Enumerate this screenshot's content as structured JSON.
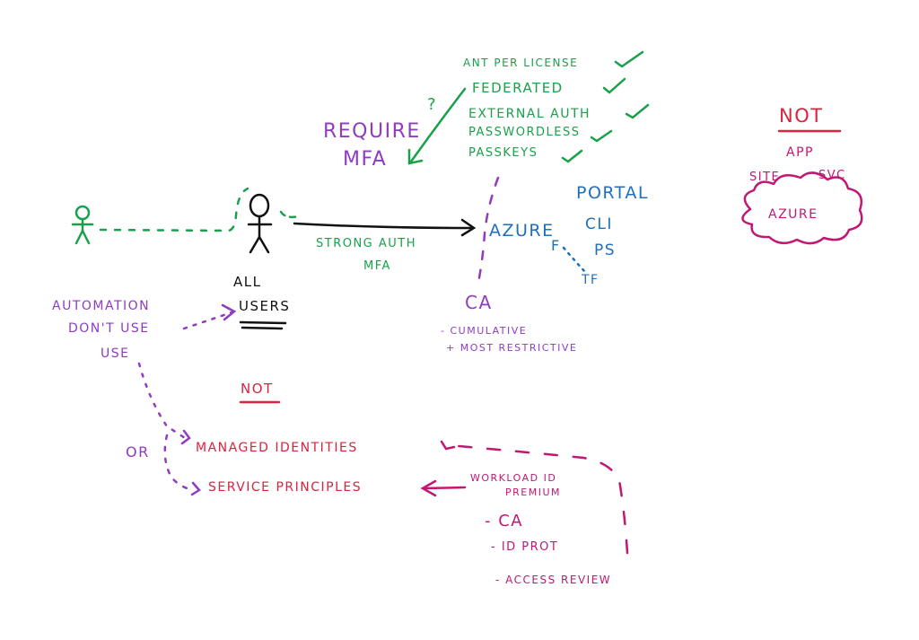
{
  "colors": {
    "green": "#1aa04a",
    "purple": "#8f3cc0",
    "blue": "#1f6fbf",
    "red": "#d9233f",
    "magenta": "#c01874",
    "black": "#111111"
  },
  "auth_methods": {
    "items": [
      "ANT PER LICENSE",
      "FEDERATED",
      "EXTERNAL AUTH",
      "PASSWORDLESS",
      "PASSKEYS"
    ],
    "question": "?"
  },
  "requiring": {
    "line1": "REQUIRE",
    "line2": "MFA"
  },
  "all_users": {
    "line1": "ALL",
    "line2": "USERS"
  },
  "strong_auth": {
    "line1": "STRONG AUTH",
    "line2": "MFA"
  },
  "azure": {
    "label": "AZURE"
  },
  "azure_tools": {
    "portal": "PORTAL",
    "cli": "CLI",
    "ps": "PS",
    "f": "F",
    "tf": "TF"
  },
  "ca": {
    "label": "CA",
    "notes": [
      "- CUMULATIVE",
      "+ MOST RESTRICTIVE"
    ]
  },
  "automation": {
    "line1": "AUTOMATION",
    "line2": "DON'T USE",
    "line3": "USE"
  },
  "not_center": "NOT",
  "or_label": "OR",
  "identities": {
    "managed": "MANAGED IDENTITIES",
    "service": "SERVICE PRINCIPLES"
  },
  "workload": {
    "line1": "WORKLOAD ID",
    "line2": "PREMIUM",
    "features": [
      "- CA",
      "- ID PROT",
      "- ACCESS REVIEW"
    ]
  },
  "not_right": {
    "heading": "NOT",
    "app": "APP",
    "site": "SITE",
    "svc": "SVC",
    "cloud": "AZURE"
  }
}
